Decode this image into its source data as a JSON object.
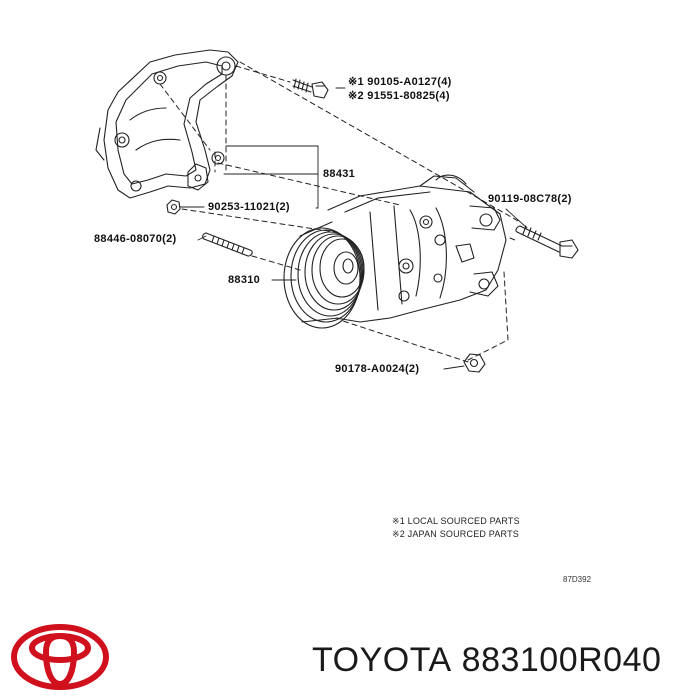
{
  "callouts": {
    "bolt_top_1": "90105-A0127(4)",
    "bolt_top_2": "91551-80825(4)",
    "bracket": "88431",
    "nut_small": "90253-11021(2)",
    "bolt_right": "90119-08C78(2)",
    "stud": "88446-08070(2)",
    "compressor": "88310",
    "nut_bottom": "90178-A0024(2)",
    "mark_1": "※1",
    "mark_2": "※2"
  },
  "notes": {
    "line_1": "※1 LOCAL SOURCED PARTS",
    "line_2": "※2 JAPAN SOURCED PARTS"
  },
  "drawing_id": "87D392",
  "brand": {
    "name": "TOYOTA",
    "part_number": "883100R040",
    "logo_color": "#d0101c"
  }
}
